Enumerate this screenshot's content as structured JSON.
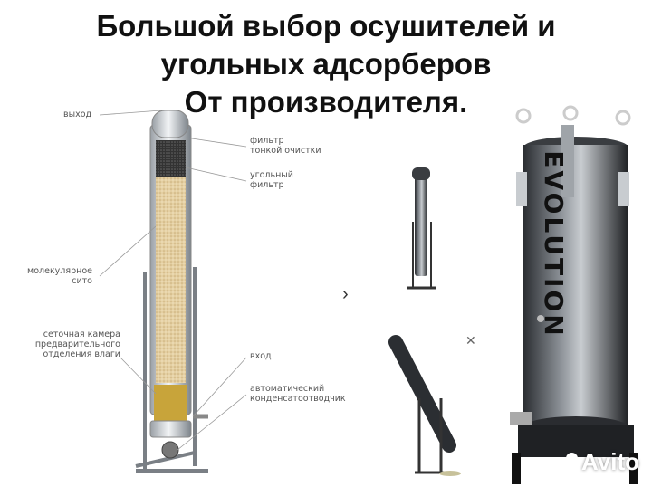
{
  "headline": {
    "line1": "Большой выбор осушителей и",
    "line2": "угольных адсорберов",
    "line3": "От производителя."
  },
  "diagram": {
    "labels": {
      "outlet": "выход",
      "fine_filter": "фильтр\nтонкой очистки",
      "carbon_filter": "угольный\nфильтр",
      "molecular_sieve": "молекулярное\nсито",
      "mesh_chamber": "сеточная камера\nпредварительного\nотделения влаги",
      "inlet": "вход",
      "drain": "автоматический\nконденсатоотводчик"
    }
  },
  "product": {
    "brand": "EVOLUTION"
  },
  "nav": {
    "next_icon": "chevron-right-icon",
    "close_icon": "close-icon"
  },
  "watermark": {
    "text": "Avito"
  }
}
